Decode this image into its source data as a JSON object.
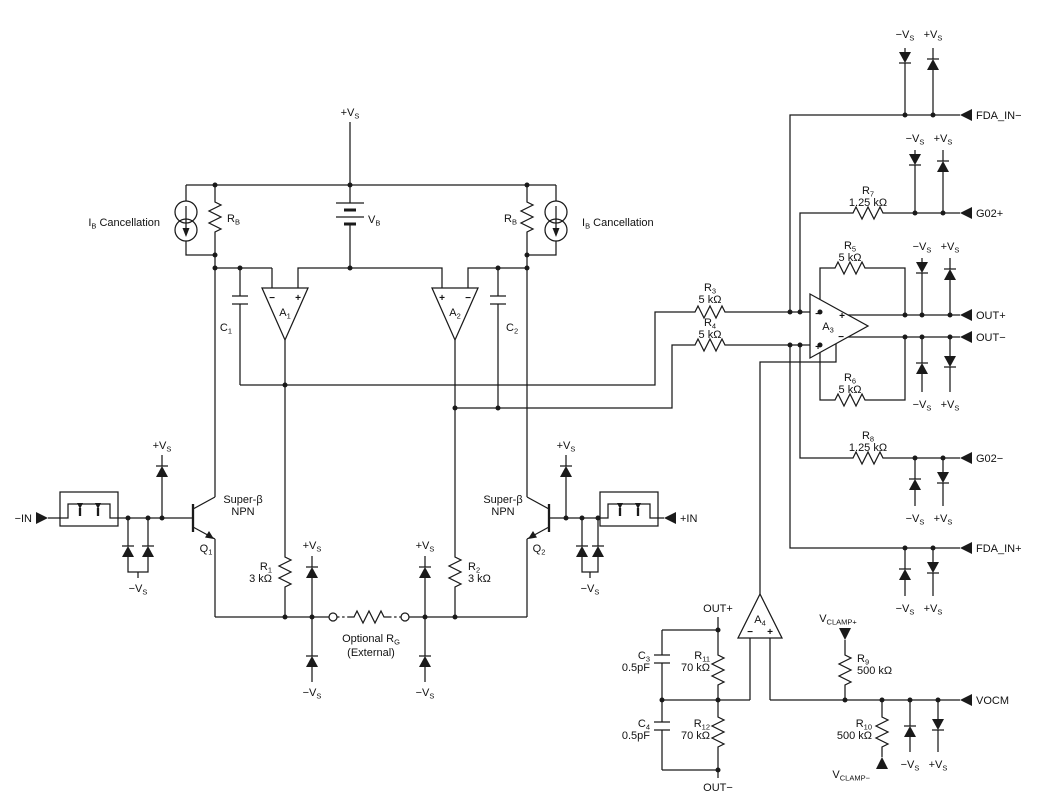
{
  "supplies": {
    "vs_plus": {
      "p": "+V",
      "s": "S"
    },
    "vs_minus": {
      "p": "−V",
      "s": "S"
    },
    "vb": {
      "p": "V",
      "s": "B"
    }
  },
  "input_stage": {
    "ib_cancellation": {
      "p1": "I",
      "s": "B",
      "p2": " Cancellation"
    },
    "rb": {
      "p": "R",
      "s": "B"
    },
    "a1": {
      "p": "A",
      "s": "1"
    },
    "a2": {
      "p": "A",
      "s": "2"
    },
    "c1": {
      "p": "C",
      "s": "1"
    },
    "c2": {
      "p": "C",
      "s": "2"
    },
    "q1": {
      "p": "Q",
      "s": "1"
    },
    "q2": {
      "p": "Q",
      "s": "2"
    },
    "super_beta": "Super-β",
    "npn": "NPN",
    "in_minus": "−IN",
    "in_plus": "+IN",
    "r1": {
      "p": "R",
      "s": "1",
      "val": "3 kΩ"
    },
    "r2": {
      "p": "R",
      "s": "2",
      "val": "3 kΩ"
    },
    "rg": {
      "p1": "Optional R",
      "s": "G",
      "line2": "(External)"
    }
  },
  "output_stage": {
    "a3": {
      "p": "A",
      "s": "3"
    },
    "r3": {
      "p": "R",
      "s": "3",
      "val": "5 kΩ"
    },
    "r4": {
      "p": "R",
      "s": "4",
      "val": "5 kΩ"
    },
    "r5": {
      "p": "R",
      "s": "5",
      "val": "5 kΩ"
    },
    "r6": {
      "p": "R",
      "s": "6",
      "val": "5 kΩ"
    },
    "r7": {
      "p": "R",
      "s": "7",
      "val": "1.25 kΩ"
    },
    "r8": {
      "p": "R",
      "s": "8",
      "val": "1.25 kΩ"
    },
    "fda_in_minus": "FDA_IN−",
    "fda_in_plus": "FDA_IN+",
    "g02_plus": "G02+",
    "g02_minus": "G02−",
    "out_plus": "OUT+",
    "out_minus": "OUT−"
  },
  "vocm_stage": {
    "a4": {
      "p": "A",
      "s": "4"
    },
    "r9": {
      "p": "R",
      "s": "9",
      "val": "500 kΩ"
    },
    "r10": {
      "p": "R",
      "s": "10",
      "val": "500 kΩ"
    },
    "r11": {
      "p": "R",
      "s": "11",
      "val": "70 kΩ"
    },
    "r12": {
      "p": "R",
      "s": "12",
      "val": "70 kΩ"
    },
    "c3": {
      "p": "C",
      "s": "3",
      "val": "0.5pF"
    },
    "c4": {
      "p": "C",
      "s": "4",
      "val": "0.5pF"
    },
    "vocm": "VOCM",
    "vclamp_plus": {
      "p": "V",
      "s": "CLAMP+"
    },
    "vclamp_minus": {
      "p": "V",
      "s": "CLAMP−"
    },
    "out_plus": "OUT+",
    "out_minus": "OUT−"
  },
  "marks": {
    "plus": "+",
    "minus": "−"
  }
}
